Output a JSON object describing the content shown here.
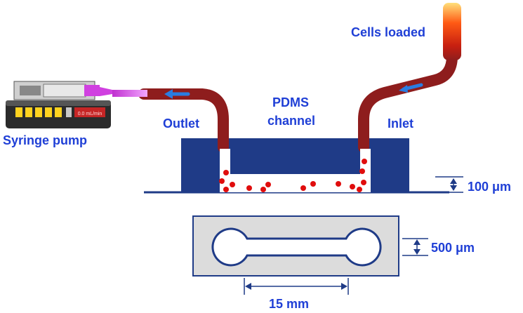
{
  "labels": {
    "cells_loaded": "Cells loaded",
    "pdms_line1": "PDMS",
    "pdms_line2": "channel",
    "outlet": "Outlet",
    "inlet": "Inlet",
    "syringe_pump": "Syringe pump",
    "height_dim": "100 μm",
    "width_dim": "500 μm",
    "length_dim": "15 mm"
  },
  "pump_display": "0.0 mL/min",
  "colors": {
    "label_text": "#1f3fd6",
    "pdms_block": "#1f3b87",
    "tubing": "#8e1d1d",
    "cell_dot": "#e00d0d",
    "flow_arrow": "#2a7de1",
    "syringe_plunger": "#d040e0",
    "chip_fill": "#dcdcdc"
  }
}
